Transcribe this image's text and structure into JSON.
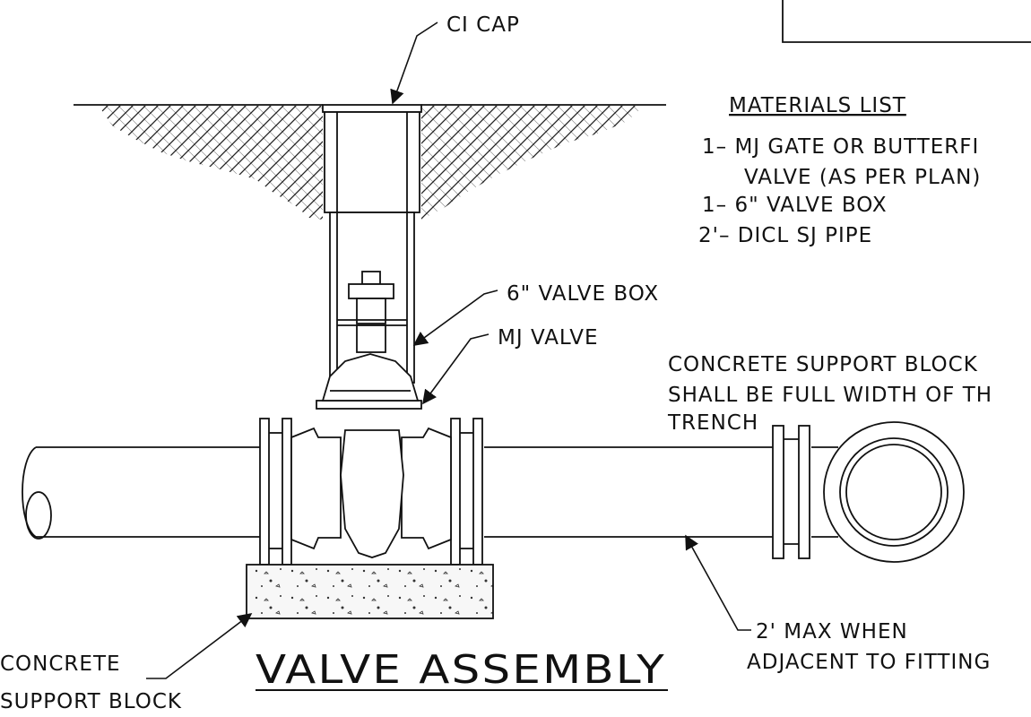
{
  "title": "VALVE ASSEMBLY",
  "materials": {
    "heading": "MATERIALS LIST",
    "items": [
      "1– MJ GATE OR BUTTERFI",
      "VALVE (AS PER PLAN)",
      "1– 6\" VALVE BOX",
      "2'– DICL SJ PIPE"
    ]
  },
  "callouts": {
    "ci_cap": "CI CAP",
    "valve_box": "6\" VALVE BOX",
    "mj_valve": "MJ VALVE",
    "block_note_1": "CONCRETE SUPPORT BLOCK",
    "block_note_2": "SHALL BE FULL WIDTH OF TH",
    "block_note_3": "TRENCH",
    "max_1": "2' MAX WHEN",
    "max_2": "ADJACENT TO FITTING",
    "support_1": "CONCRETE",
    "support_2": "SUPPORT BLOCK"
  }
}
